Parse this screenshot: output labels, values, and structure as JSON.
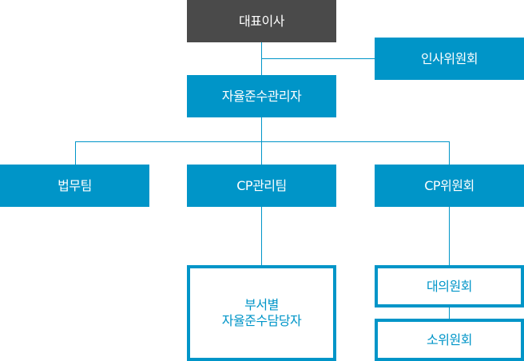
{
  "org_chart": {
    "ceo": "대표이사",
    "hr_committee": "인사위원회",
    "compliance_officer": "자율준수관리자",
    "legal_team": "법무팀",
    "cp_team": "CP관리팀",
    "cp_committee": "CP위원회",
    "dept_staff_line1": "부서별",
    "dept_staff_line2": "자율준수담당자",
    "deliberation_committee": "대의원회",
    "sub_committee": "소위원회"
  },
  "colors": {
    "primary": "#0095c8",
    "ceo_fill": "#4a4a4a",
    "text_on_fill": "#ffffff"
  }
}
